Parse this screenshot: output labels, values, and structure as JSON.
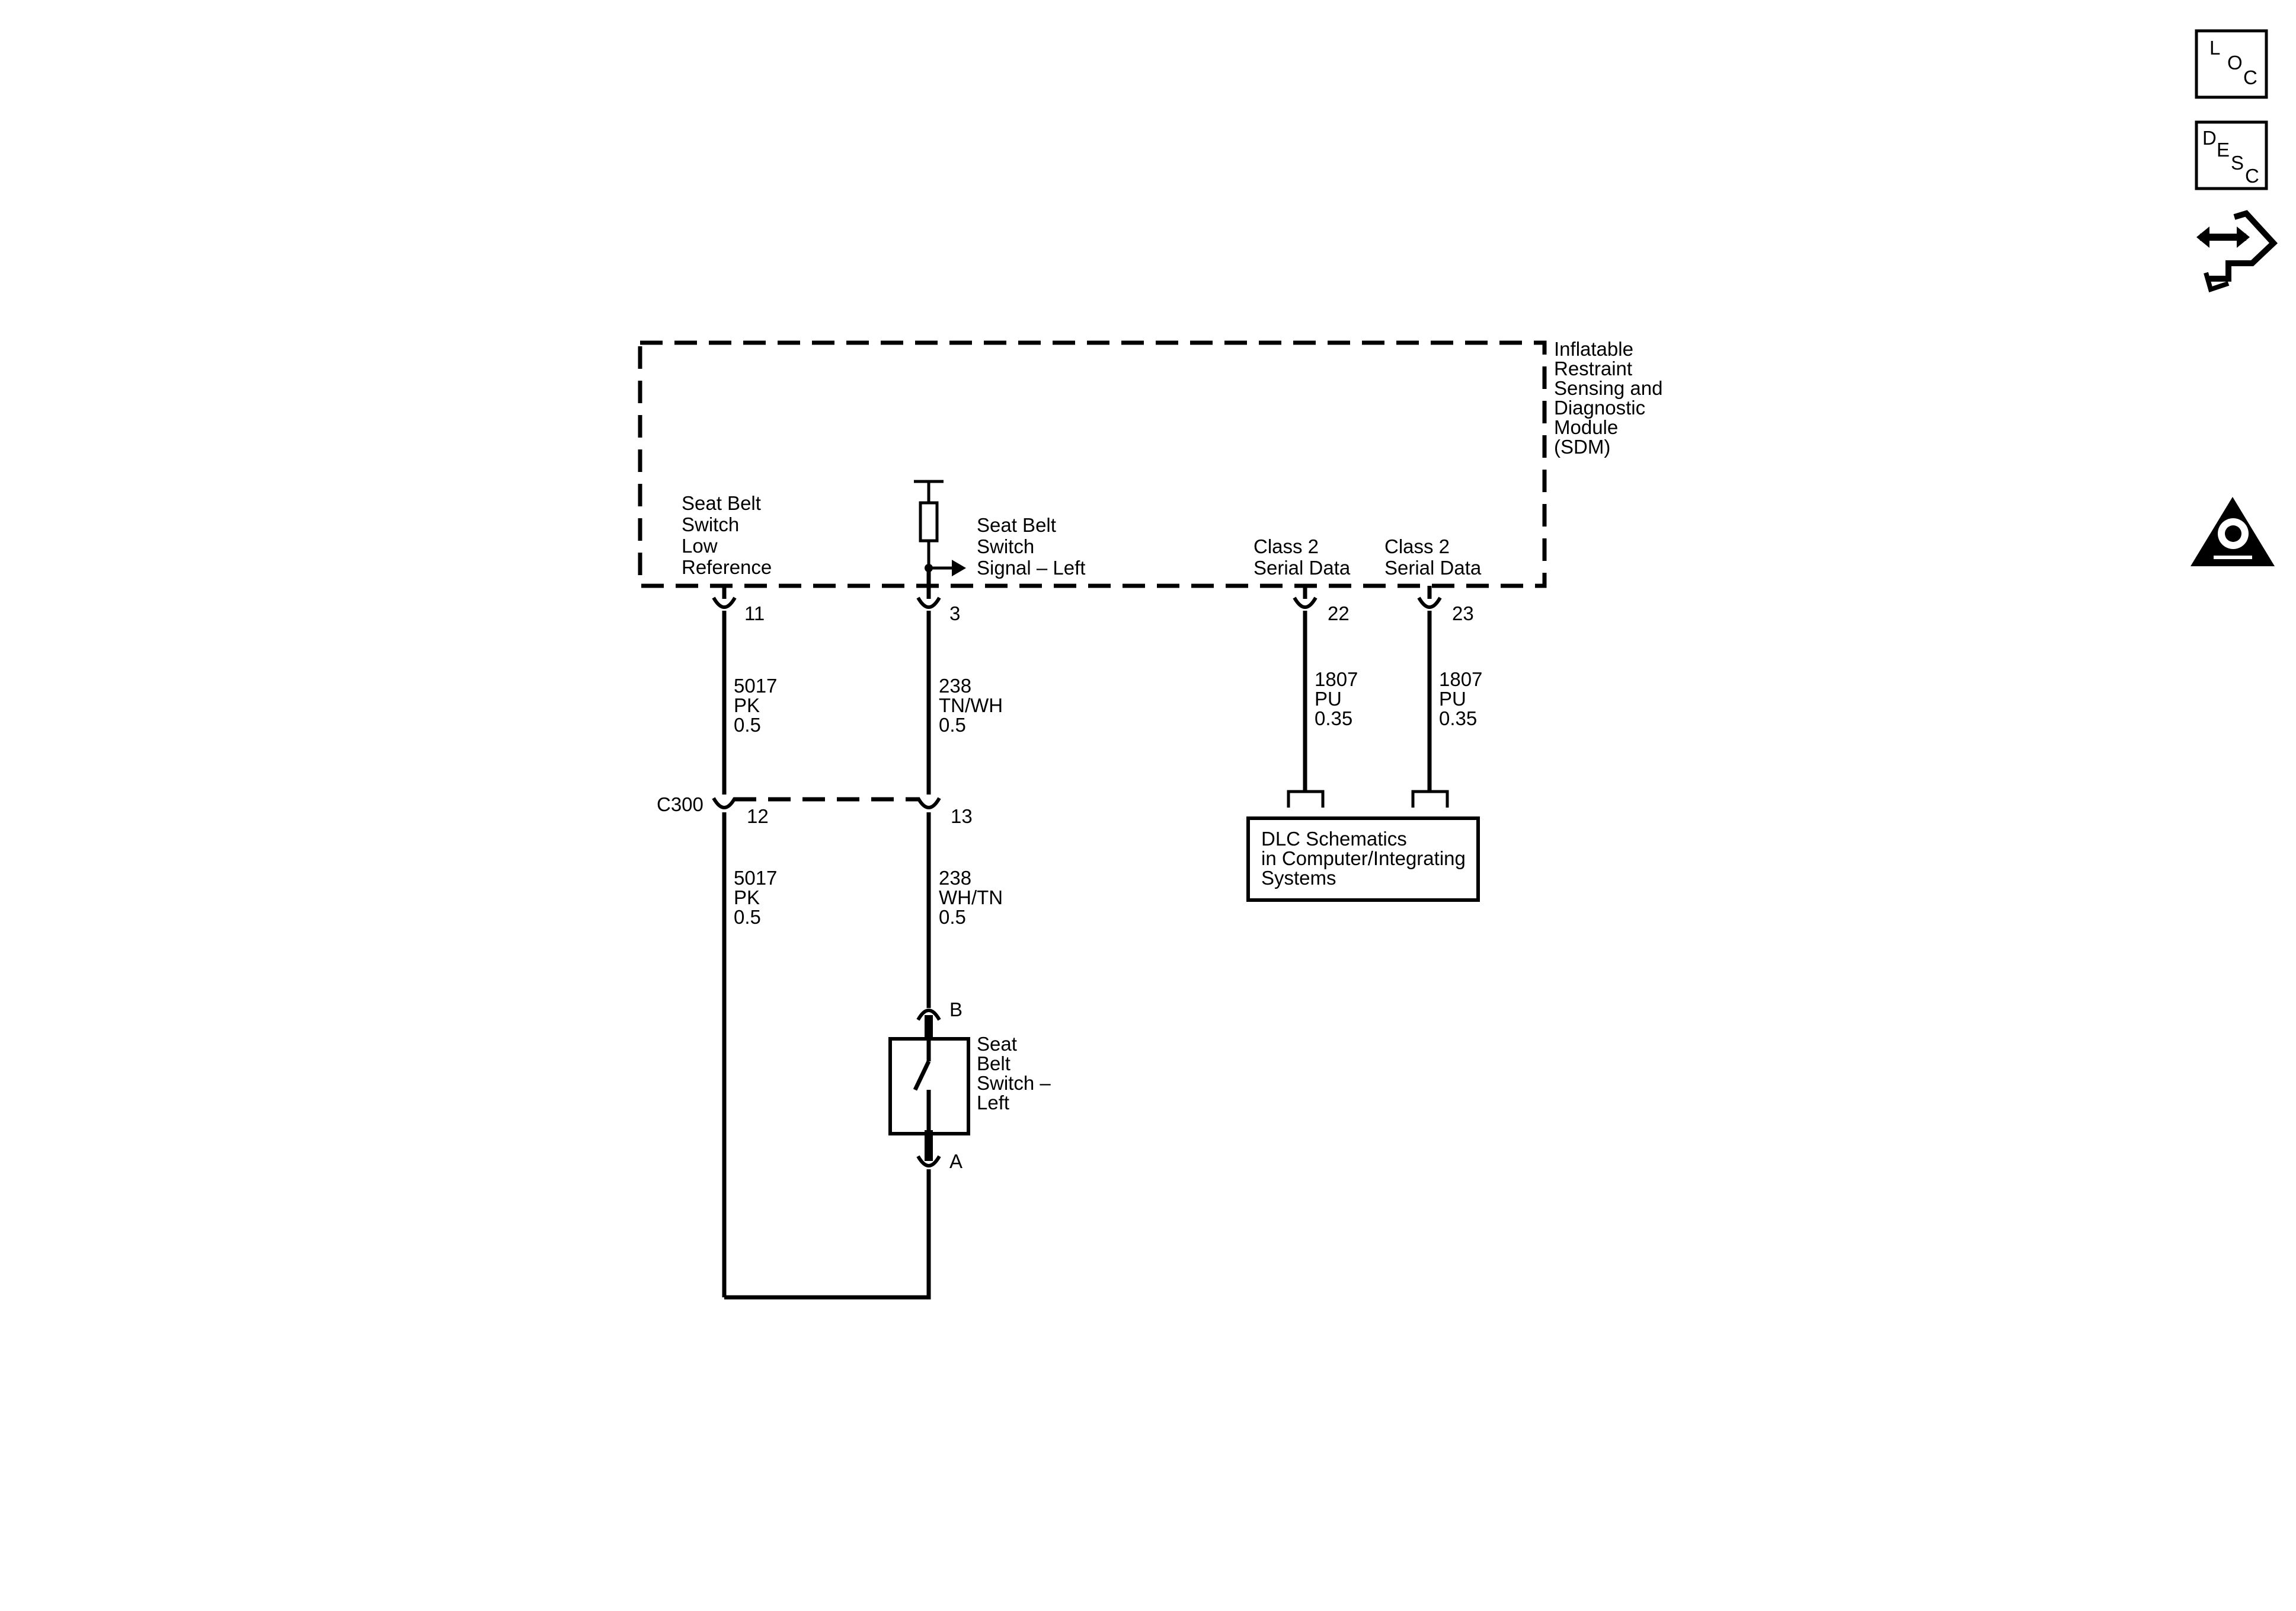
{
  "icons": {
    "loc": {
      "letters": [
        "L",
        "O",
        "C"
      ]
    },
    "desc": {
      "letters": [
        "D",
        "E",
        "S",
        "C"
      ]
    },
    "connector_end_view": "connector-wrench-icon",
    "airbag_warning": "airbag-warning-triangle-icon"
  },
  "sdm": {
    "title_lines": [
      "Inflatable",
      "Restraint",
      "Sensing and",
      "Diagnostic",
      "Module",
      "(SDM)"
    ],
    "circuits": [
      {
        "label_lines": [
          "Seat Belt",
          "Switch",
          "Low",
          "Reference"
        ],
        "pin": "11",
        "wire": [
          "5017",
          "PK",
          "0.5"
        ]
      },
      {
        "label_lines": [
          "Seat Belt",
          "Switch",
          "Signal – Left"
        ],
        "pin": "3",
        "wire": [
          "238",
          "TN/WH",
          "0.5"
        ]
      },
      {
        "label_lines": [
          "Class 2",
          "Serial Data"
        ],
        "pin": "22",
        "wire": [
          "1807",
          "PU",
          "0.35"
        ]
      },
      {
        "label_lines": [
          "Class 2",
          "Serial Data"
        ],
        "pin": "23",
        "wire": [
          "1807",
          "PU",
          "0.35"
        ]
      }
    ]
  },
  "connector_c300": {
    "name": "C300",
    "pins": [
      {
        "pin": "12",
        "wire": [
          "5017",
          "PK",
          "0.5"
        ]
      },
      {
        "pin": "13",
        "wire": [
          "238",
          "WH/TN",
          "0.5"
        ]
      }
    ]
  },
  "switch": {
    "label_lines": [
      "Seat",
      "Belt",
      "Switch –",
      "Left"
    ],
    "pin_top": "B",
    "pin_bottom": "A"
  },
  "dlc_box": {
    "lines": [
      "DLC Schematics",
      "in Computer/Integrating",
      "Systems"
    ]
  }
}
